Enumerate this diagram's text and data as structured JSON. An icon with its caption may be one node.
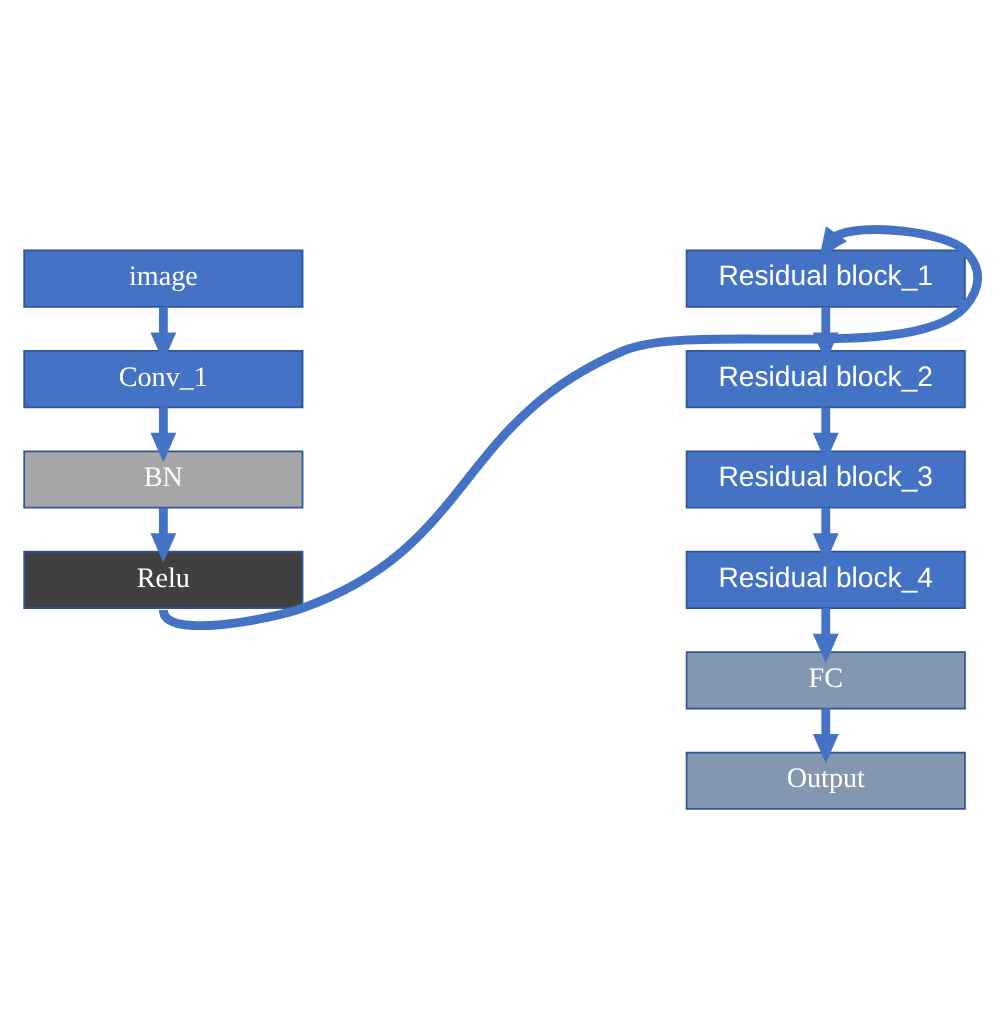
{
  "diagram": {
    "nodes": [
      {
        "text": [
          "image"
        ]
      },
      {
        "text": [
          "Conv_1"
        ]
      },
      {
        "text": [
          "BN"
        ]
      },
      {
        "text": [
          "Relu"
        ]
      },
      {
        "text": [
          "Residual block_1"
        ]
      },
      {
        "text": [
          "Residual block_2"
        ]
      },
      {
        "text": [
          "Residual block_3"
        ]
      },
      {
        "text": [
          "Residual block_4"
        ]
      },
      {
        "text": [
          "FC"
        ]
      },
      {
        "text": [
          "Output"
        ]
      }
    ],
    "edges": [
      {
        "from": 0,
        "to": 1,
        "arrow": "to"
      },
      {
        "from": 1,
        "to": 2,
        "arrow": "to"
      },
      {
        "from": 2,
        "to": 3,
        "arrow": "to"
      },
      {
        "from": 3,
        "to": 4,
        "arrow": "to"
      },
      {
        "from": 4,
        "to": 5,
        "arrow": "to"
      },
      {
        "from": 5,
        "to": 6,
        "arrow": "to"
      },
      {
        "from": 6,
        "to": 7,
        "arrow": "to"
      },
      {
        "from": 7,
        "to": 8,
        "arrow": "to"
      },
      {
        "from": 8,
        "to": 9,
        "arrow": "to"
      }
    ]
  }
}
